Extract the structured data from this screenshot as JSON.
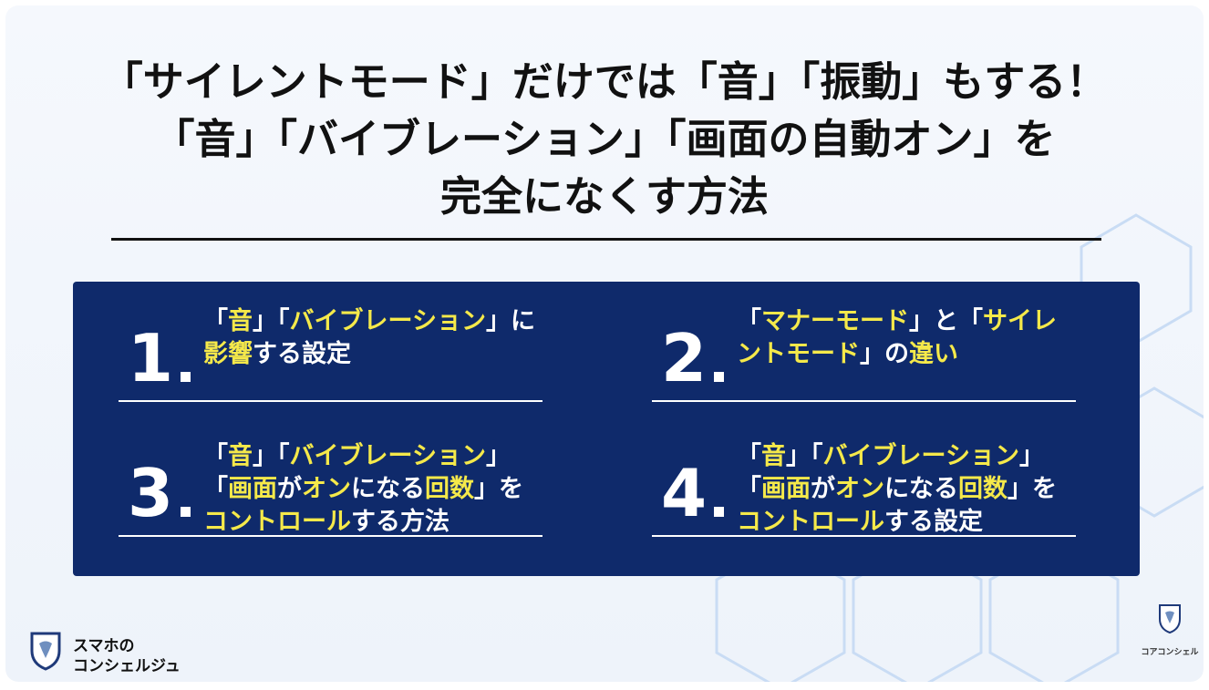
{
  "title": {
    "line1": "「サイレントモード」だけでは「音」「振動」もする！",
    "line2": "「音」「バイブレーション」「画面の自動オン」を",
    "line3": "完全になくす方法"
  },
  "items": [
    {
      "number": "1",
      "segments": [
        {
          "t": "「",
          "h": false
        },
        {
          "t": "音",
          "h": true
        },
        {
          "t": "」「",
          "h": false
        },
        {
          "t": "バイブレーション",
          "h": true
        },
        {
          "t": "」に",
          "h": false
        },
        {
          "t": "影響",
          "h": true
        },
        {
          "t": "する設定",
          "h": false
        }
      ]
    },
    {
      "number": "2",
      "segments": [
        {
          "t": "「",
          "h": false
        },
        {
          "t": "マナーモード",
          "h": true
        },
        {
          "t": "」と「",
          "h": false
        },
        {
          "t": "サイレントモード",
          "h": true
        },
        {
          "t": "」の",
          "h": false
        },
        {
          "t": "違い",
          "h": true
        }
      ]
    },
    {
      "number": "3",
      "segments": [
        {
          "t": "「",
          "h": false
        },
        {
          "t": "音",
          "h": true
        },
        {
          "t": "」「",
          "h": false
        },
        {
          "t": "バイブレーション",
          "h": true
        },
        {
          "t": "」「",
          "h": false
        },
        {
          "t": "画面",
          "h": true
        },
        {
          "t": "が",
          "h": false
        },
        {
          "t": "オン",
          "h": true
        },
        {
          "t": "になる",
          "h": false
        },
        {
          "t": "回数",
          "h": true
        },
        {
          "t": "」を",
          "h": false
        },
        {
          "t": "コントロール",
          "h": true
        },
        {
          "t": "する方法",
          "h": false
        }
      ]
    },
    {
      "number": "4",
      "segments": [
        {
          "t": "「",
          "h": false
        },
        {
          "t": "音",
          "h": true
        },
        {
          "t": "」「",
          "h": false
        },
        {
          "t": "バイブレーション",
          "h": true
        },
        {
          "t": "」「",
          "h": false
        },
        {
          "t": "画面",
          "h": true
        },
        {
          "t": "が",
          "h": false
        },
        {
          "t": "オン",
          "h": true
        },
        {
          "t": "になる",
          "h": false
        },
        {
          "t": "回数",
          "h": true
        },
        {
          "t": "」を",
          "h": false
        },
        {
          "t": "コントロール",
          "h": true
        },
        {
          "t": "する設定",
          "h": false
        }
      ]
    }
  ],
  "brand_left": {
    "line1": "スマホの",
    "line2": "コンシェルジュ",
    "icon": "shield-logo-icon"
  },
  "brand_right": {
    "text": "コアコンシェル",
    "icon": "shield-logo-icon"
  },
  "colors": {
    "panel": "#0f2a6b",
    "highlight": "#f5e94a",
    "title": "#111111"
  }
}
